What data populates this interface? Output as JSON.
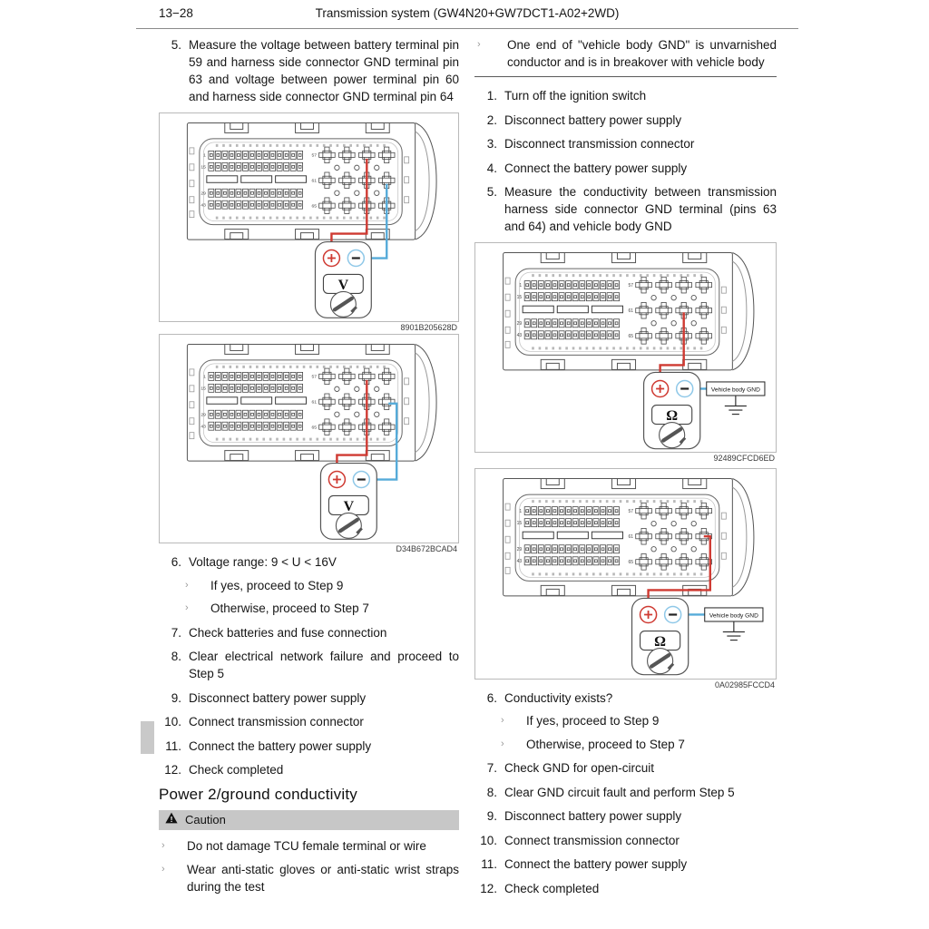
{
  "header": {
    "page_number": "13−28",
    "title": "Transmission system (GW4N20+GW7DCT1-A02+2WD)"
  },
  "glyphs": {
    "sub_marker": "›"
  },
  "figure_shared": {
    "pin_row_labels": [
      "1",
      "15",
      "29",
      "43"
    ],
    "cross_row_labels": [
      "57",
      "61",
      "65"
    ],
    "meter_plus": "+",
    "meter_minus": "−"
  },
  "colors": {
    "wire_red": "#cf3a32",
    "wire_blue": "#56abd9",
    "minus_ring": "#8fc8e8",
    "caution_bg": "#c7c7c7"
  },
  "left_column": {
    "steps_top": [
      {
        "num": "5.",
        "text": "Measure the voltage between battery terminal pin 59 and harness side connector GND terminal pin 63 and voltage between power terminal pin 60 and harness side connector GND terminal pin 64"
      }
    ],
    "figures": [
      {
        "caption": "8901B205628D",
        "meter_symbol": "V",
        "variant": "v1",
        "gnd_label": null
      },
      {
        "caption": "D34B672BCAD4",
        "meter_symbol": "V",
        "variant": "v2",
        "gnd_label": null
      }
    ],
    "steps_bottom": [
      {
        "num": "6.",
        "text": "Voltage range: 9 < U < 16V",
        "subs": [
          "If yes, proceed to Step 9",
          "Otherwise, proceed to Step 7"
        ]
      },
      {
        "num": "7.",
        "text": "Check batteries and fuse connection"
      },
      {
        "num": "8.",
        "text": "Clear electrical network failure and proceed to Step 5"
      },
      {
        "num": "9.",
        "text": "Disconnect battery power supply"
      },
      {
        "num": "10.",
        "text": "Connect transmission connector"
      },
      {
        "num": "11.",
        "text": "Connect the battery power supply"
      },
      {
        "num": "12.",
        "text": "Check completed"
      }
    ],
    "section_heading": "Power 2/ground conductivity",
    "caution": {
      "label": "Caution",
      "icon_mark": "!",
      "items": [
        "Do not damage TCU female terminal or wire",
        "Wear anti-static gloves or anti-static wrist straps during the test"
      ]
    }
  },
  "right_column": {
    "notes": [
      "One end of \"vehicle body GND\" is unvarnished conductor and is in breakover with vehicle body"
    ],
    "steps_top": [
      {
        "num": "1.",
        "text": "Turn off the ignition switch"
      },
      {
        "num": "2.",
        "text": "Disconnect battery power supply"
      },
      {
        "num": "3.",
        "text": "Disconnect transmission connector"
      },
      {
        "num": "4.",
        "text": "Connect the battery power supply"
      },
      {
        "num": "5.",
        "text": "Measure the conductivity between transmission harness side connector GND terminal (pins 63 and 64) and vehicle body GND"
      }
    ],
    "figures": [
      {
        "caption": "92489CFCD6ED",
        "meter_symbol": "Ω",
        "variant": "v3",
        "gnd_label": "Vehicle body GND"
      },
      {
        "caption": "0A02985FCCD4",
        "meter_symbol": "Ω",
        "variant": "v4",
        "gnd_label": "Vehicle body GND"
      }
    ],
    "steps_bottom": [
      {
        "num": "6.",
        "text": "Conductivity exists?",
        "subs": [
          "If yes, proceed to Step 9",
          "Otherwise, proceed to Step 7"
        ]
      },
      {
        "num": "7.",
        "text": "Check GND for open-circuit"
      },
      {
        "num": "8.",
        "text": "Clear GND circuit fault and perform Step 5"
      },
      {
        "num": "9.",
        "text": "Disconnect battery power supply"
      },
      {
        "num": "10.",
        "text": "Connect transmission connector"
      },
      {
        "num": "11.",
        "text": "Connect the battery power supply"
      },
      {
        "num": "12.",
        "text": "Check completed"
      }
    ]
  }
}
